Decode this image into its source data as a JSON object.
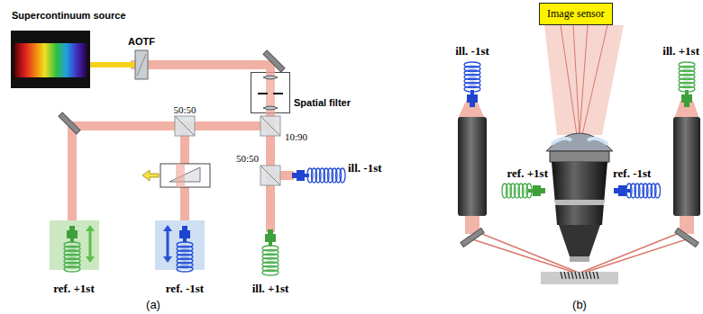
{
  "diagram": {
    "nodes": [
      {
        "text": [
          "Supercontinuum source"
        ]
      },
      {
        "text": [
          "Spatial filter"
        ]
      },
      {
        "text": [
          "Image sensor"
        ]
      }
    ],
    "edges": [
      {
        "from": 0,
        "to": 1,
        "arrow": "none"
      }
    ],
    "labels": [
      "AOTF",
      "10:90",
      "50:50",
      "50:50",
      "ill. -1st",
      "ref. +1st",
      "ref. -1st",
      "ill. +1st",
      "(a)",
      "ill. -1st",
      "ill. +1st",
      "ref. +1st",
      "ref. -1st",
      "(b)"
    ]
  }
}
